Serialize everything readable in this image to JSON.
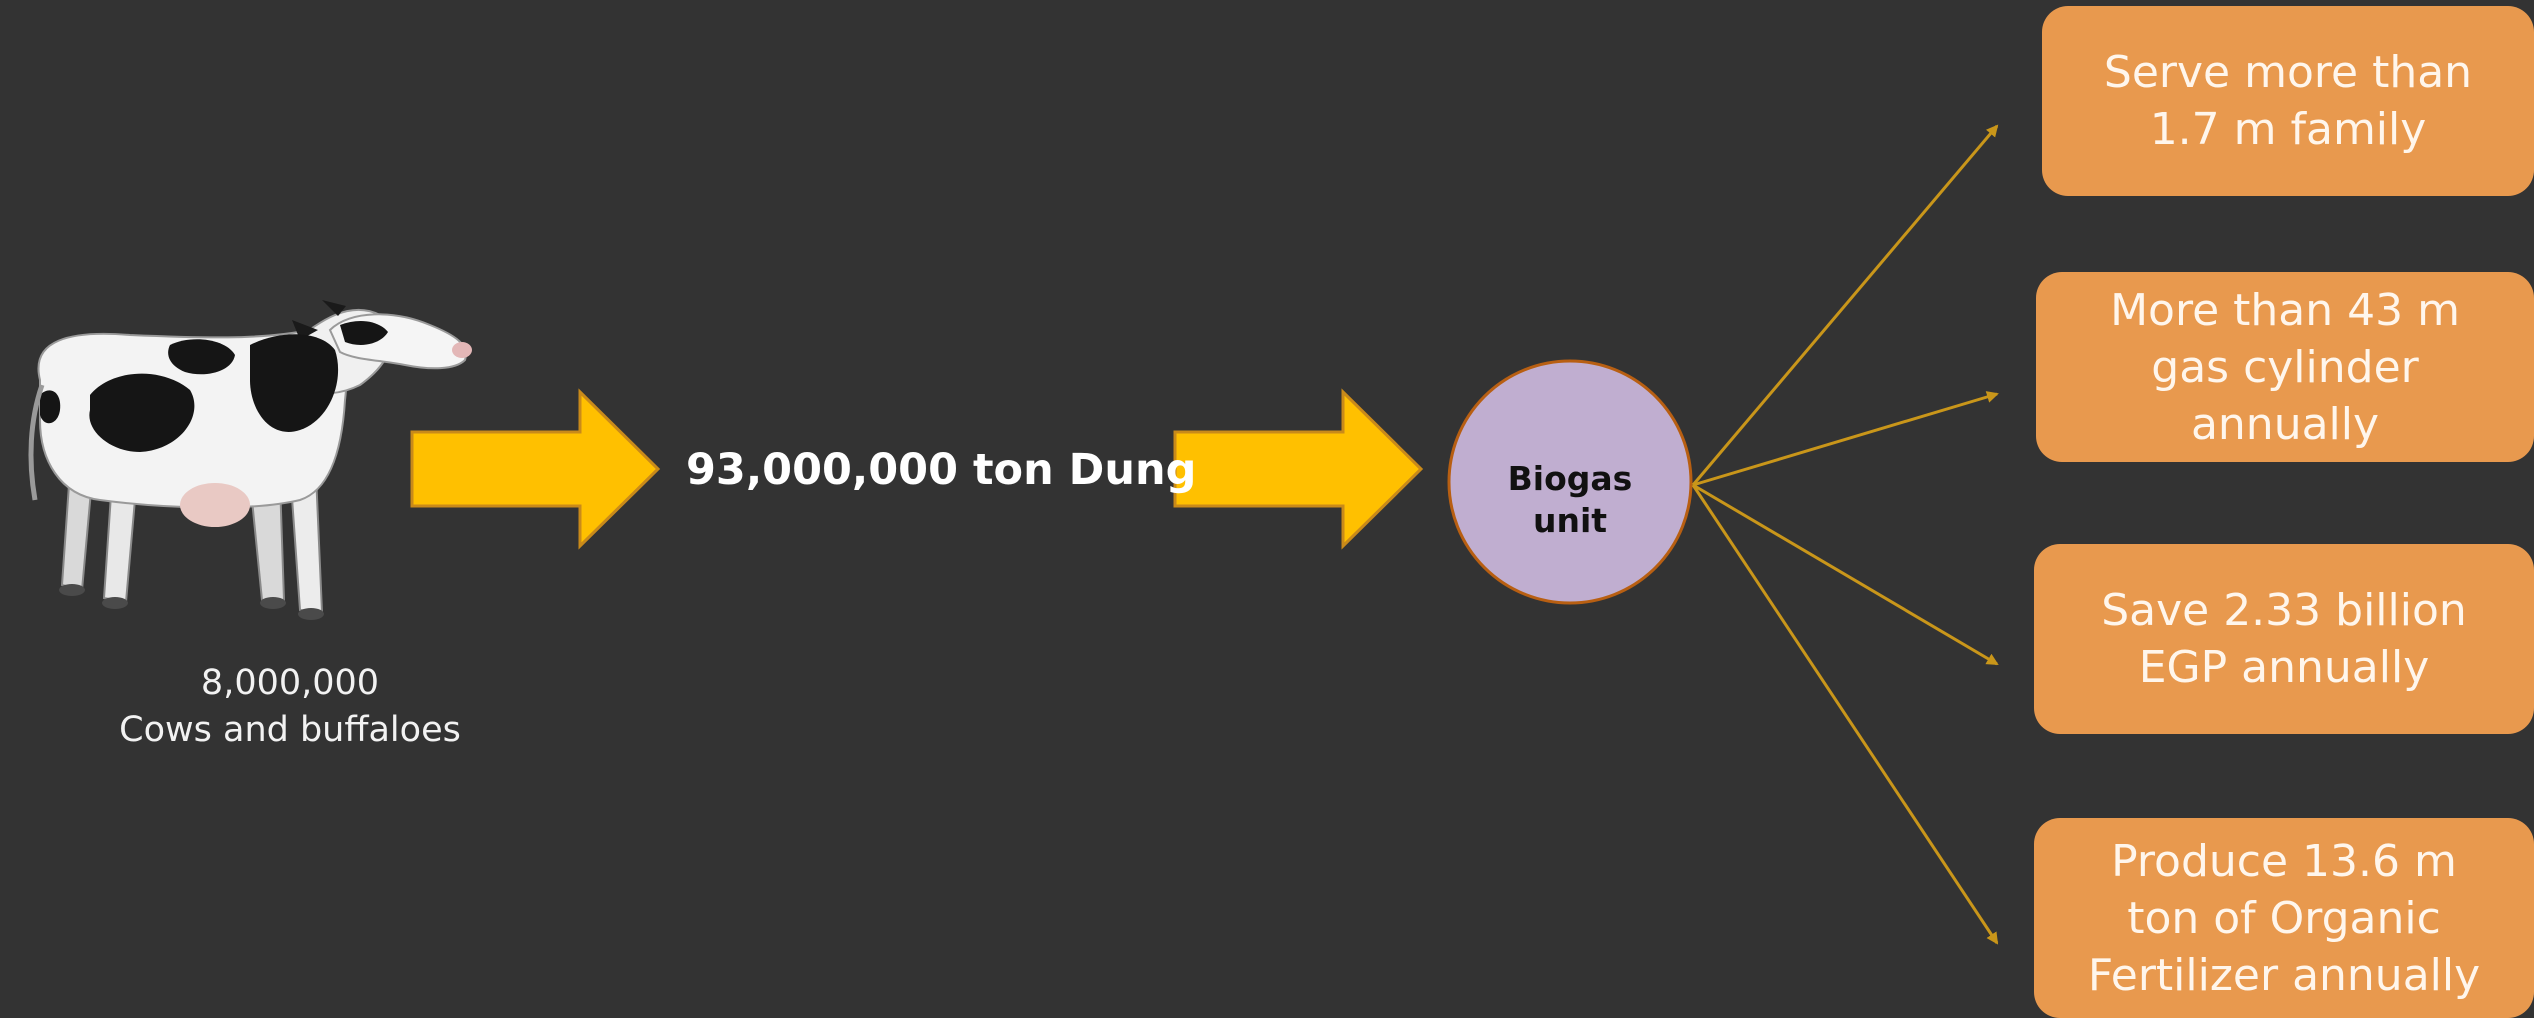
{
  "colors": {
    "background": "#333333",
    "arrow_fill": "#ffc000",
    "arrow_stroke": "#c98a1a",
    "biogas_fill": "#c0aed0",
    "biogas_stroke": "#b85f12",
    "connector": "#c9961a",
    "outcome_fill": "#e8994e",
    "outcome_text": "#fff6ec"
  },
  "source": {
    "count": "8,000,000",
    "label": "Cows and buffaloes"
  },
  "intermediate": {
    "label": "93,000,000 ton Dung"
  },
  "hub": {
    "line1": "Biogas",
    "line2": "unit"
  },
  "outcomes": [
    {
      "lines": [
        "Serve more than",
        "1.7 m family"
      ]
    },
    {
      "lines": [
        "More than 43 m",
        "gas cylinder",
        "annually"
      ]
    },
    {
      "lines": [
        "Save 2.33 billion",
        "EGP annually"
      ]
    },
    {
      "lines": [
        "Produce 13.6 m",
        "ton of Organic",
        "Fertilizer annually"
      ]
    }
  ]
}
